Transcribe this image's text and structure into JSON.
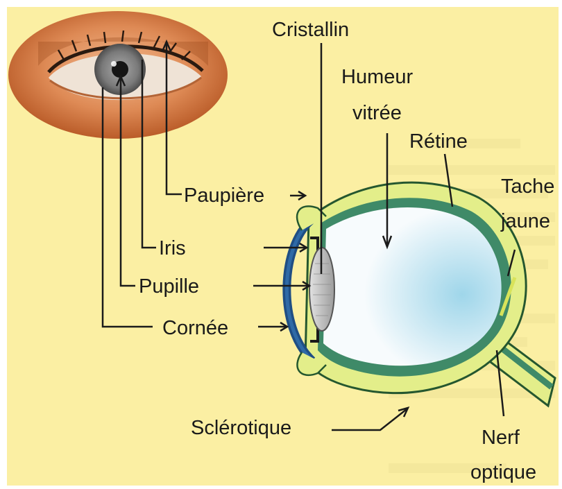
{
  "diagram": {
    "labels": {
      "cristallin": "Cristallin",
      "humeur_line1": "Humeur",
      "humeur_line2": "vitrée",
      "retine": "Rétine",
      "tache_line1": "Tache",
      "tache_line2": "jaune",
      "paupiere": "Paupière",
      "iris": "Iris",
      "pupille": "Pupille",
      "cornee": "Cornée",
      "sclerotique": "Sclérotique",
      "nerf_line1": "Nerf",
      "nerf_line2": "optique"
    },
    "colors": {
      "background": "#fbefa3",
      "sclera": "#e3ee8a",
      "choroid": "#3f8a68",
      "eyeball_interior": "#f4fafd",
      "vitreous_blue": "#9fd6ea",
      "iris": "#7d7d7d",
      "skin": "#d87640",
      "lens": "#c9c9c9"
    }
  }
}
